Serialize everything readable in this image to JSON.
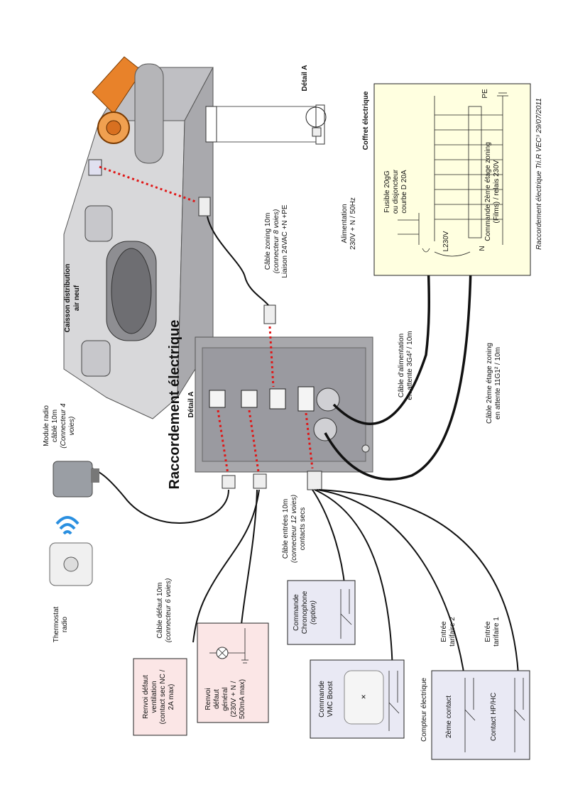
{
  "labels": {
    "raccordement": "Raccordement électrique",
    "detail_a": "Détail A",
    "detail_a_top": "Détail A",
    "caisson": [
      "Caisson distribution",
      "air neuf"
    ],
    "cable_zoning": [
      "Câble zoning 10m",
      "(connecteur 8 voies)",
      "Liaison 24VAC +N +PE"
    ],
    "module_radio": [
      "Module radio",
      "câblé 10m",
      "(Connecteur 4",
      "voies)"
    ],
    "thermostat": [
      "Thermostat",
      "radio"
    ],
    "cable_defaut": [
      "Câble défaut 10m",
      "(connecteur 6 voies)"
    ],
    "cable_entrees": [
      "Câble entrées 10m",
      "(connecteur 12 voies)",
      "contacts secs"
    ],
    "cable_alim": [
      "Câble d'alimentation",
      "en attente 3G4² / 10m"
    ],
    "cable_2e": [
      "Câble 2ème étage zoning",
      "en attente 11G1² / 10m"
    ],
    "alimentation": [
      "Alimentation",
      "230V + N / 50Hz"
    ],
    "coffret": "Coffret électrique",
    "fusible": [
      "Fusible 20gG",
      "ou disjoncteur",
      "courbe D 20A"
    ],
    "commande_2e": [
      "Commande 2ème étage  zoning",
      "(Films) / relais 230V"
    ],
    "l230": "L230V",
    "pe": "PE",
    "n": "N",
    "footer": "Raccordement électrique Tri.R VEC³ 29/07/2011",
    "renvoi_vent": [
      "Renvoi défaut",
      "ventilation",
      "(contact sec NC /",
      "2A max)"
    ],
    "renvoi_gen": [
      "Renvoi",
      "défaut",
      "général",
      "(230V + N /",
      "500mA max)"
    ],
    "chrono": [
      "Commande",
      "Chronophone",
      "(option)"
    ],
    "vmc": [
      "Commande",
      "VMC Boost"
    ],
    "compteur": "Compteur électrique",
    "entree2": [
      "Entrée",
      "tarifaire 2"
    ],
    "entree1": [
      "Entrée",
      "tarifaire 1"
    ],
    "contact2": "2ème contact",
    "contact_hphc": "Contact HP/HC"
  },
  "colors": {
    "red": "#e01818",
    "orange": "#e8822a",
    "pink_box": "#fbe6e6",
    "lavender_box": "#e9e9f4",
    "yellow_box": "#ffffe0",
    "radio_waves": "#2a8fe0"
  }
}
